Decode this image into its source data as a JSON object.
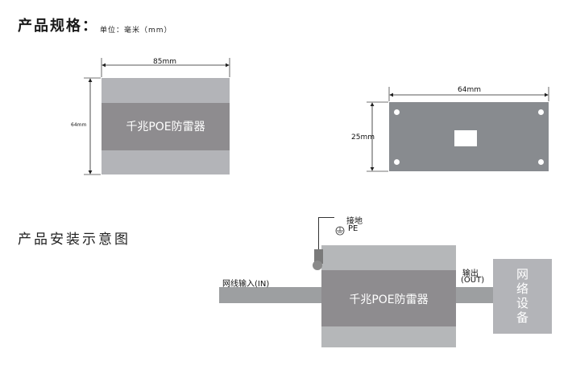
{
  "spec": {
    "title": "产品规格：",
    "unit_note": "单位：毫米（mm）"
  },
  "front_view": {
    "width_label": "85mm",
    "height_label": "64mm",
    "product_label": "千兆POE防雷器"
  },
  "plate_view": {
    "width_label": "64mm",
    "height_label": "25mm"
  },
  "install": {
    "title": "产品安装示意图",
    "input_label": "网线输入(IN)",
    "output_label_cn": "输出",
    "output_label_en": "(OUT)",
    "ground_label": "接地",
    "pe_label": "PE",
    "product_label": "千兆POE防雷器",
    "device_label": "网络设备",
    "device_chars": [
      "网",
      "络",
      "设",
      "备"
    ]
  },
  "colors": {
    "box_light": "#b3b4b8",
    "box_band": "#8e8c8f",
    "plate": "#888b8f",
    "cable": "#9d9fa1",
    "text": "#1a1a1a"
  }
}
